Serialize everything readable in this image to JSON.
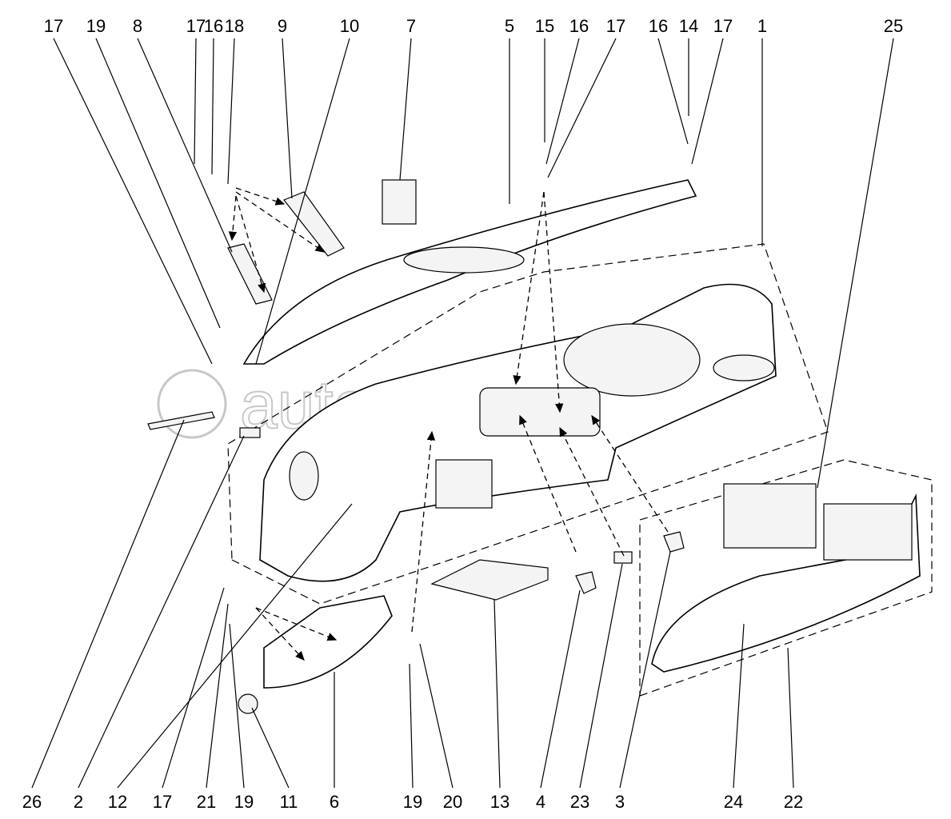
{
  "diagram": {
    "top_labels": [
      "17",
      "19",
      "8",
      "17",
      "16",
      "18",
      "9",
      "10",
      "7",
      "5",
      "15",
      "16",
      "17",
      "16",
      "14",
      "17",
      "1",
      "25"
    ],
    "bottom_labels": [
      "26",
      "2",
      "12",
      "17",
      "21",
      "19",
      "11",
      "6",
      "19",
      "20",
      "13",
      "4",
      "23",
      "3",
      "24",
      "22"
    ],
    "watermark": "autopiter.ru"
  }
}
